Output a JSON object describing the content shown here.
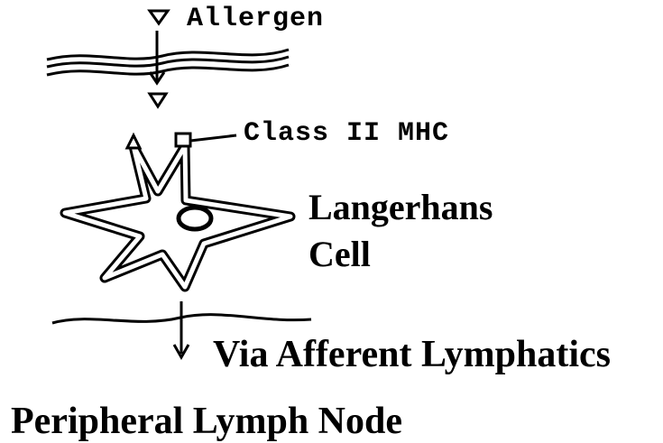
{
  "labels": {
    "allergen": "Allergen",
    "mhc": "Class II MHC",
    "cell_line1": "Langerhans",
    "cell_line2": "Cell",
    "afferent": "Via Afferent Lymphatics",
    "node": "Peripheral Lymph Node"
  },
  "icons": {
    "allergen": "triangle-down-icon",
    "mhc": "square-icon",
    "arrow": "arrow-down-icon"
  },
  "colors": {
    "ink": "#000000",
    "background": "#ffffff"
  }
}
